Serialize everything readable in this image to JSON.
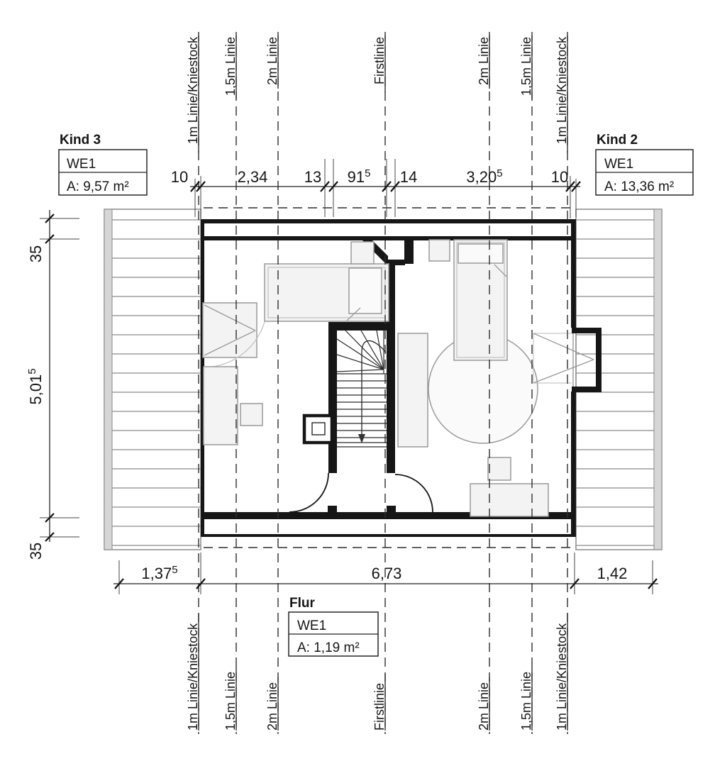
{
  "drawing": {
    "rooms": {
      "kind3": {
        "title": "Kind 3",
        "unit": "WE1",
        "area": "A: 9,57 m²"
      },
      "kind2": {
        "title": "Kind 2",
        "unit": "WE1",
        "area": "A: 13,36 m²"
      },
      "flur": {
        "title": "Flur",
        "unit": "WE1",
        "area": "A: 1,19 m²"
      }
    },
    "guide_labels": {
      "top": [
        "1m Linie/Kniestock",
        "1,5m Linie",
        "2m Linie",
        "Firstlinie",
        "2m Linie",
        "1,5m Linie",
        "1m Linie/Kniestock"
      ],
      "bottom": [
        "1m Linie/Kniestock",
        "1,5m Linie",
        "2m Linie",
        "Firstlinie",
        "2m Linie",
        "1,5m Linie",
        "1m Linie/Kniestock"
      ]
    },
    "dims": {
      "top": [
        {
          "v": "10"
        },
        {
          "v": "2,34"
        },
        {
          "v": "13"
        },
        {
          "v": "91",
          "sup": "5"
        },
        {
          "v": "14"
        },
        {
          "v": "3,20",
          "sup": "5"
        },
        {
          "v": "10"
        }
      ],
      "bottom": [
        {
          "v": "1,37",
          "sup": "5"
        },
        {
          "v": "6,73"
        },
        {
          "v": "1,42"
        }
      ],
      "left": [
        {
          "v": "35"
        },
        {
          "v": "5,01",
          "sup": "5"
        },
        {
          "v": "35"
        }
      ]
    }
  },
  "colors": {
    "line": "#161616",
    "furniture": "#9a9a9a",
    "roof_band": "#d6d6d6",
    "hatch": "#6e6e6e",
    "paper": "#ffffff"
  }
}
